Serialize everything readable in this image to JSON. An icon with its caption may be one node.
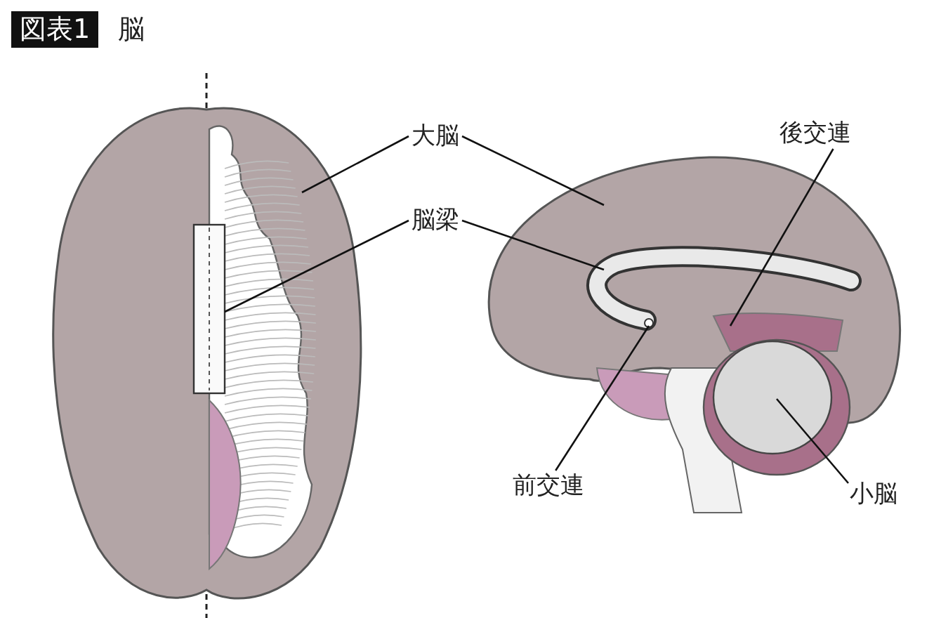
{
  "diagram": {
    "title": "脳",
    "nodes": [
      {
        "text": [
          "大脳"
        ]
      },
      {
        "text": [
          "脳梁"
        ]
      },
      {
        "text": [
          "後交連"
        ]
      },
      {
        "text": [
          "前交連"
        ]
      },
      {
        "text": [
          "小脳"
        ]
      }
    ],
    "edges": [
      {
        "from": 0,
        "to": null,
        "arrow": "none"
      },
      {
        "from": 0,
        "to": null,
        "arrow": "none"
      },
      {
        "from": 1,
        "to": null,
        "arrow": "none"
      },
      {
        "from": 1,
        "to": null,
        "arrow": "none"
      },
      {
        "from": 2,
        "to": null,
        "arrow": "none"
      },
      {
        "from": 3,
        "to": null,
        "arrow": "none"
      },
      {
        "from": 4,
        "to": null,
        "arrow": "none"
      }
    ],
    "labels": [
      "図表1"
    ]
  }
}
